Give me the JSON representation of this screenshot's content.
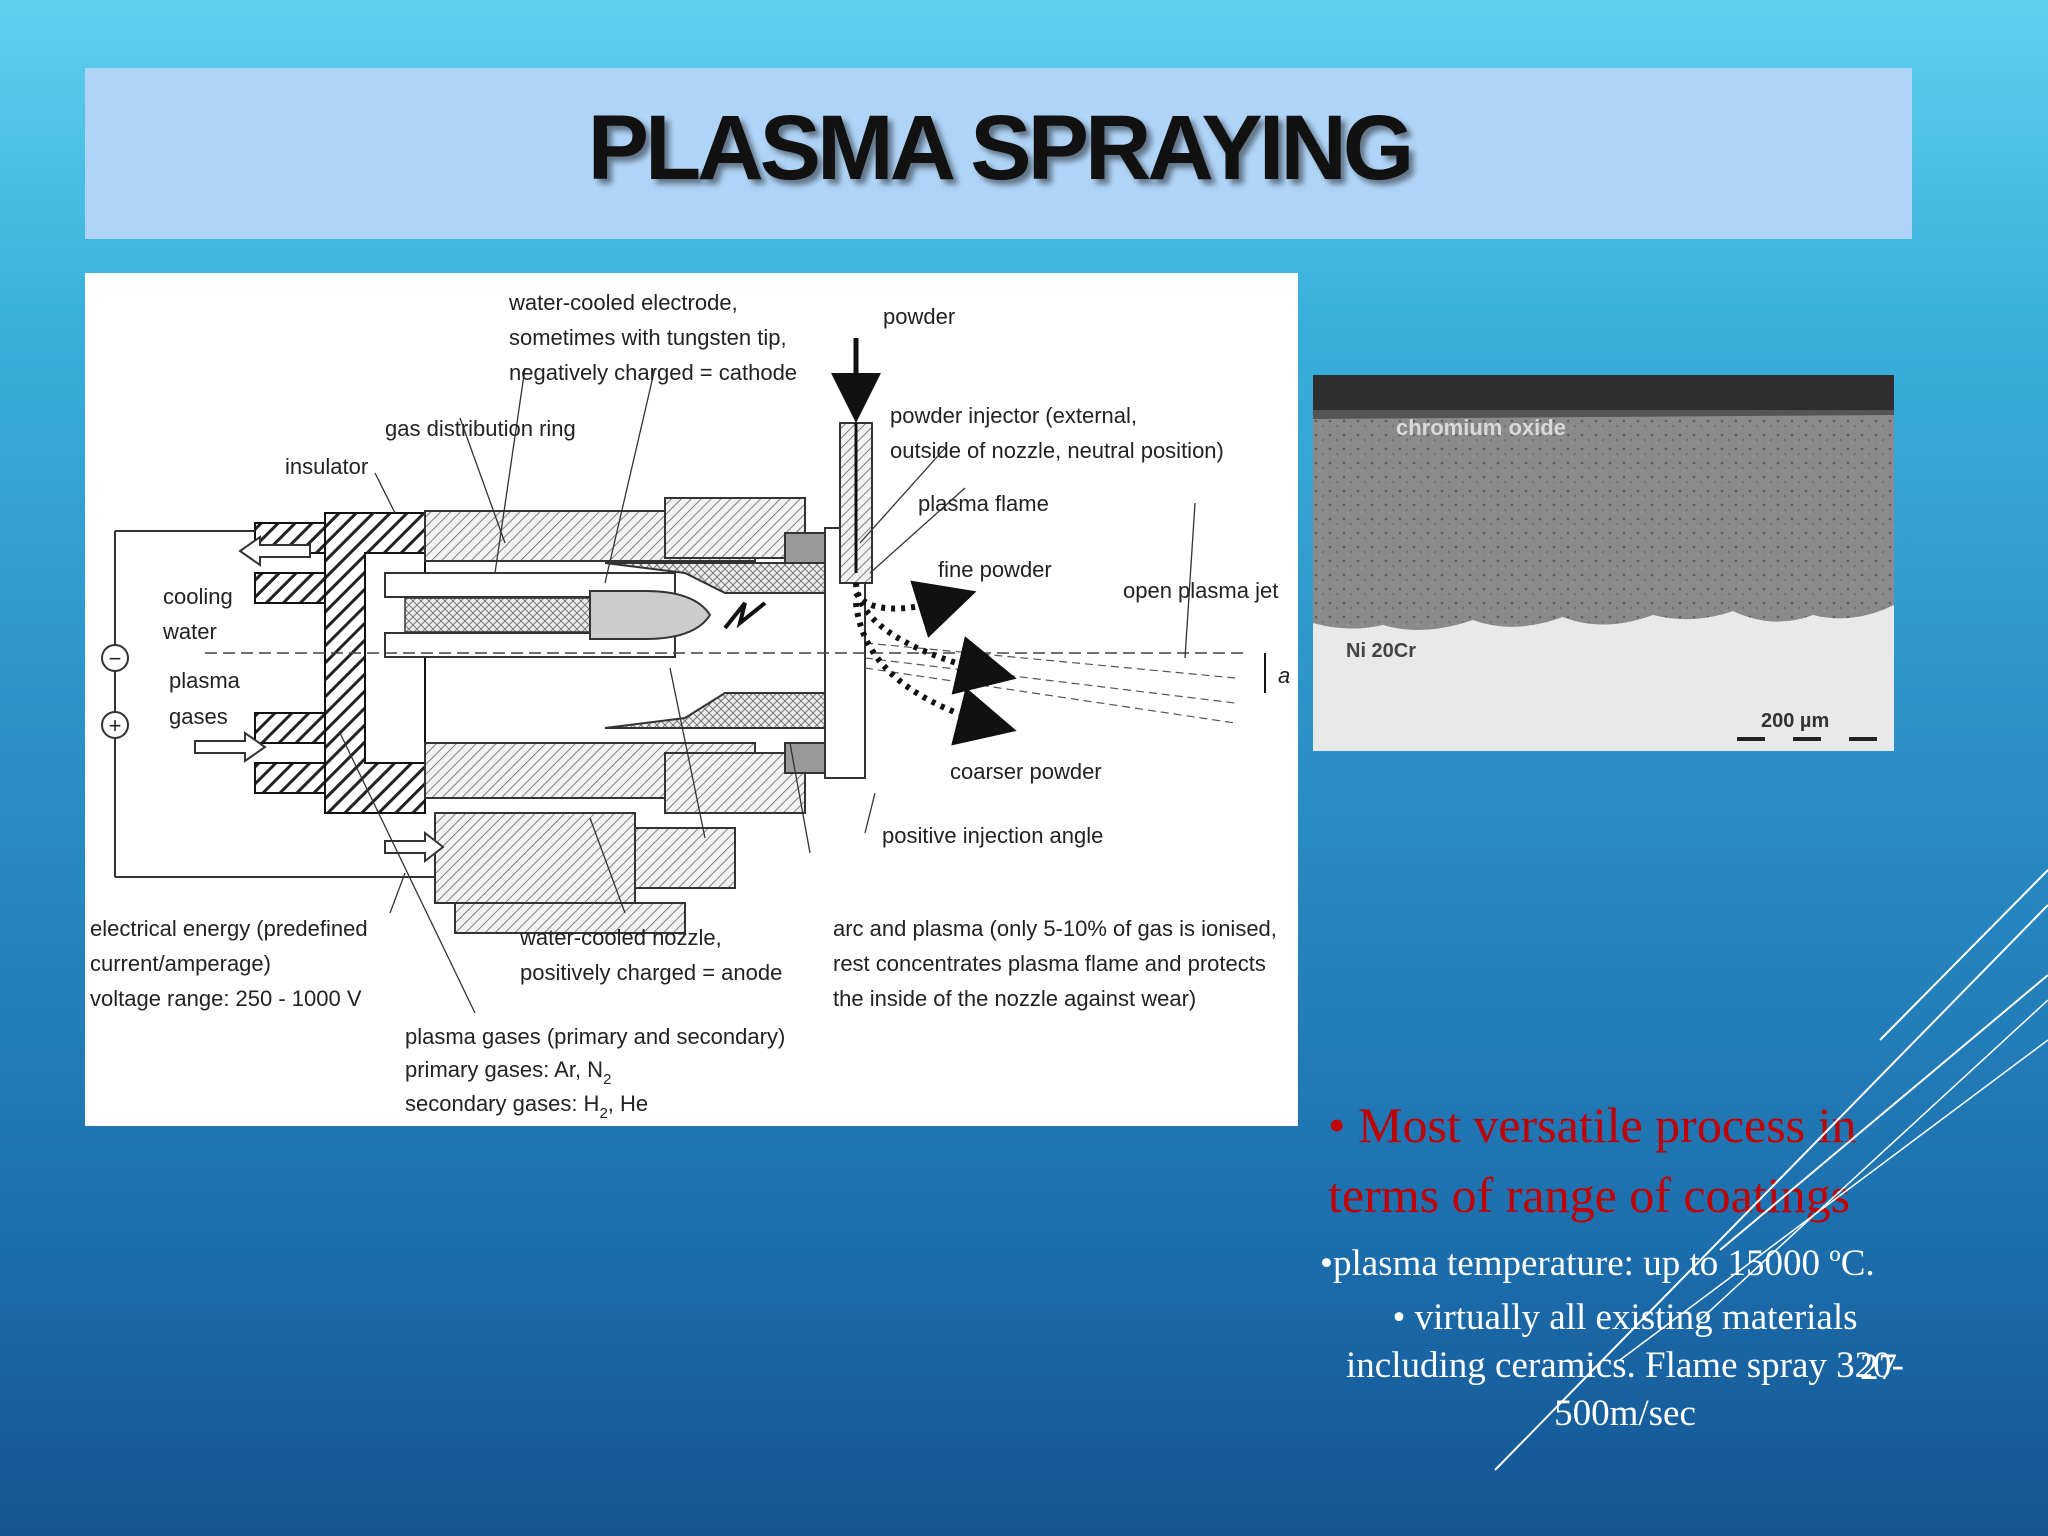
{
  "slide": {
    "title": "PLASMA SPRAYING",
    "page_number": "27"
  },
  "diagram": {
    "labels": {
      "electrode_1": "water-cooled electrode,",
      "electrode_2": "sometimes with tungsten tip,",
      "electrode_3": "negatively charged = cathode",
      "powder": "powder",
      "gas_ring": "gas distribution ring",
      "insulator": "insulator",
      "injector_1": "powder injector (external,",
      "injector_2": "outside of nozzle, neutral position)",
      "plasma_flame": "plasma flame",
      "fine_powder": "fine powder",
      "open_jet": "open plasma jet",
      "cooling_1": "cooling",
      "cooling_2": "water",
      "gases_1": "plasma",
      "gases_2": "gases",
      "minus": "−",
      "plus": "+",
      "alpha": "a",
      "coarser": "coarser powder",
      "injection_angle": "positive injection angle",
      "energy_1": "electrical energy (predefined",
      "energy_2": "current/amperage)",
      "energy_3": "voltage range: 250 - 1000 V",
      "nozzle_1": "water-cooled nozzle,",
      "nozzle_2": "positively charged = anode",
      "arc_1": "arc and plasma (only 5-10% of gas is ionised,",
      "arc_2": "rest concentrates plasma flame and protects",
      "arc_3": "the inside of the nozzle against wear)",
      "pg_1": "plasma gases (primary and secondary)",
      "pg_2_pre": "primary gases: Ar, N",
      "pg_2_sub": "2",
      "pg_3_pre": "secondary gases: H",
      "pg_3_sub": "2",
      "pg_3_post": ", He"
    }
  },
  "micrograph": {
    "top_label": "chromium oxide",
    "bottom_label": "Ni 20Cr",
    "scale_label": "200 µm"
  },
  "bullets": {
    "b1": "• Most versatile process in terms of range of coatings",
    "b2": "•plasma temperature: up to 15000 ºC.",
    "b3": "•      virtually all existing materials including ceramics. Flame spray 320-500m/sec"
  }
}
